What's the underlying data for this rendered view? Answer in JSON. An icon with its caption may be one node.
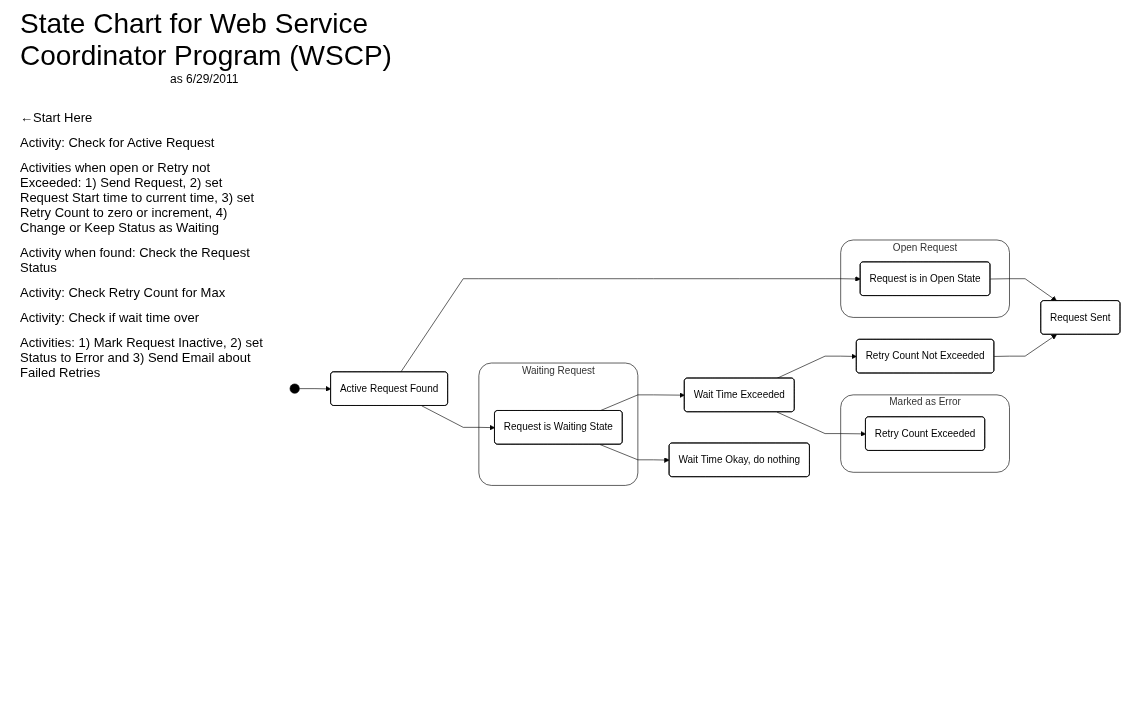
{
  "diagram": {
    "title": "State Chart for Web Service Coordinator Program (WSCP)",
    "nodes": [
      {
        "text": [],
        "shape": "circle"
      },
      {
        "text": [
          "Active Request Found"
        ]
      },
      {
        "text": [
          "Open Request"
        ]
      },
      {
        "text": [
          "Request is in Open State"
        ],
        "in": 2
      },
      {
        "text": [
          "Request Sent"
        ]
      },
      {
        "text": [
          "Waiting Request"
        ]
      },
      {
        "text": [
          "Request is Waiting State"
        ],
        "in": 5
      },
      {
        "text": [
          "Wait Time Exceeded"
        ]
      },
      {
        "text": [
          "Wait Time Okay, do nothing"
        ]
      },
      {
        "text": [
          "Retry Count Not Exceeded"
        ]
      },
      {
        "text": [
          "Marked as Error"
        ]
      },
      {
        "text": [
          "Retry Count Exceeded"
        ],
        "in": 10
      }
    ],
    "edges": [
      {
        "from": 0,
        "to": 1,
        "arrow": "to"
      },
      {
        "from": 1,
        "to": 3,
        "arrow": "to"
      },
      {
        "from": 3,
        "to": 4,
        "arrow": "to"
      },
      {
        "from": 1,
        "to": 6,
        "arrow": "to"
      },
      {
        "from": 6,
        "to": 7,
        "arrow": "to"
      },
      {
        "from": 6,
        "to": 8,
        "arrow": "to"
      },
      {
        "from": 7,
        "to": 9,
        "arrow": "to"
      },
      {
        "from": 9,
        "to": 4,
        "arrow": "to"
      },
      {
        "from": 7,
        "to": 11,
        "arrow": "to"
      }
    ],
    "labels": [
      "as 6/29/2011",
      "←Start Here",
      "Activity: Check for Active Request",
      "Activities when open or Retry not Exceeded: 1) Send Request, 2) set Request Start time to current time, 3) set Retry Count to zero or increment, 4) Change or Keep Status as Waiting",
      "Activity when found: Check the Request Status",
      "Activity: Check Retry Count for Max",
      "Activity: Check if wait time over",
      "Activities: 1) Mark Request Inactive, 2) set Status to Error and 3) Send Email about Failed Retries"
    ]
  }
}
